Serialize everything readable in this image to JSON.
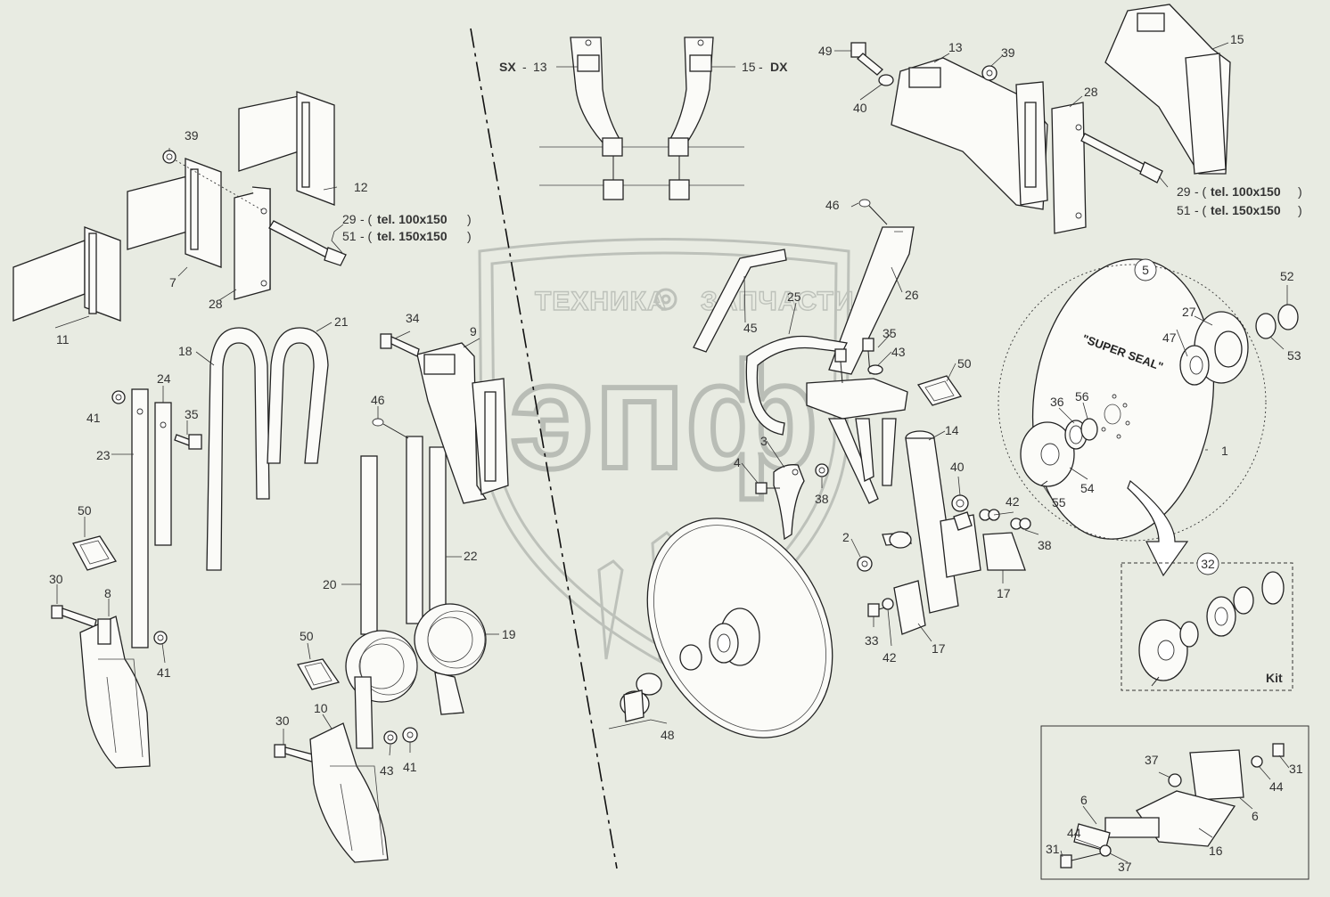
{
  "watermark": {
    "left_text": "ТЕХНИКА",
    "right_text": "ЗАПЧАСТИ",
    "logo_letters": "эпф"
  },
  "side_labels": {
    "left_side": "SX",
    "left_num": "13",
    "right_num": "15",
    "right_side": "DX"
  },
  "bolt_notes": {
    "left_a": {
      "num": "29",
      "text": "tel. 100x150"
    },
    "left_b": {
      "num": "51",
      "text": "tel. 150x150"
    },
    "right_a": {
      "num": "29",
      "text": "tel. 100x150"
    },
    "right_b": {
      "num": "51",
      "text": "tel. 150x150"
    }
  },
  "disc_label": "\"SUPER SEAL\"",
  "kit_label": "Kit",
  "callouts": {
    "c1": "1",
    "c2": "2",
    "c3": "3",
    "c4": "4",
    "c5": "5",
    "c6a": "6",
    "c6b": "6",
    "c7": "7",
    "c8": "8",
    "c9": "9",
    "c10": "10",
    "c11": "11",
    "c12": "12",
    "c13": "13",
    "c14": "14",
    "c15": "15",
    "c16": "16",
    "c17a": "17",
    "c17b": "17",
    "c18": "18",
    "c19": "19",
    "c20": "20",
    "c21": "21",
    "c22": "22",
    "c23": "23",
    "c24": "24",
    "c25": "25",
    "c26": "26",
    "c27": "27",
    "c28a": "28",
    "c28b": "28",
    "c30a": "30",
    "c30b": "30",
    "c31a": "31",
    "c31b": "31",
    "c32": "32",
    "c33": "33",
    "c34": "34",
    "c35a": "35",
    "c35b": "35",
    "c36": "36",
    "c37a": "37",
    "c37b": "37",
    "c38a": "38",
    "c38b": "38",
    "c39a": "39",
    "c39b": "39",
    "c40a": "40",
    "c40b": "40",
    "c41a": "41",
    "c41b": "41",
    "c41c": "41",
    "c42a": "42",
    "c42b": "42",
    "c43a": "43",
    "c43b": "43",
    "c44a": "44",
    "c44b": "44",
    "c45": "45",
    "c46a": "46",
    "c46b": "46",
    "c47": "47",
    "c48": "48",
    "c49": "49",
    "c50a": "50",
    "c50b": "50",
    "c50c": "50",
    "c52": "52",
    "c53": "53",
    "c54": "54",
    "c55": "55",
    "c56": "56"
  }
}
